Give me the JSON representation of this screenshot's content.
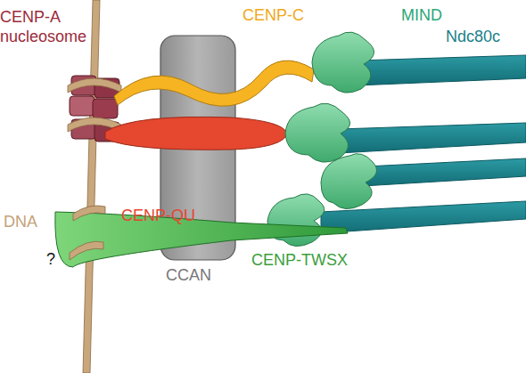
{
  "diagram": {
    "labels": [
      "CENP-A nucleosome",
      "CENP-C",
      "MIND",
      "Ndc80c",
      "DNA",
      "CENP-QU",
      "?",
      "CCAN",
      "CENP-TWSX"
    ]
  }
}
